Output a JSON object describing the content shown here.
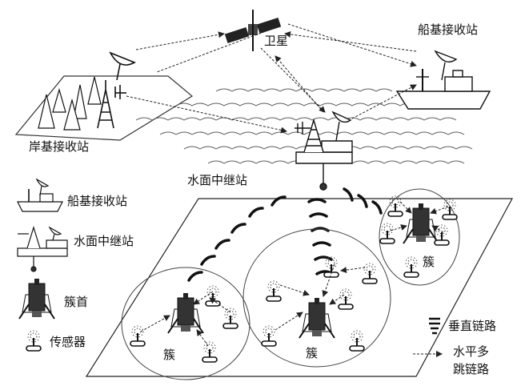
{
  "labels": {
    "satellite": "卫星",
    "ship_station": "船基接收站",
    "shore_station": "岸基接收站",
    "surface_relay": "水面中继站",
    "cluster": "簇"
  },
  "legend": {
    "ship_station": "船基接收站",
    "surface_relay": "水面中继站",
    "cluster_head": "簇首",
    "sensor": "传感器",
    "vertical_link": "垂直链路",
    "horizontal_link_line1": "水平多",
    "horizontal_link_line2": "跳链路"
  }
}
